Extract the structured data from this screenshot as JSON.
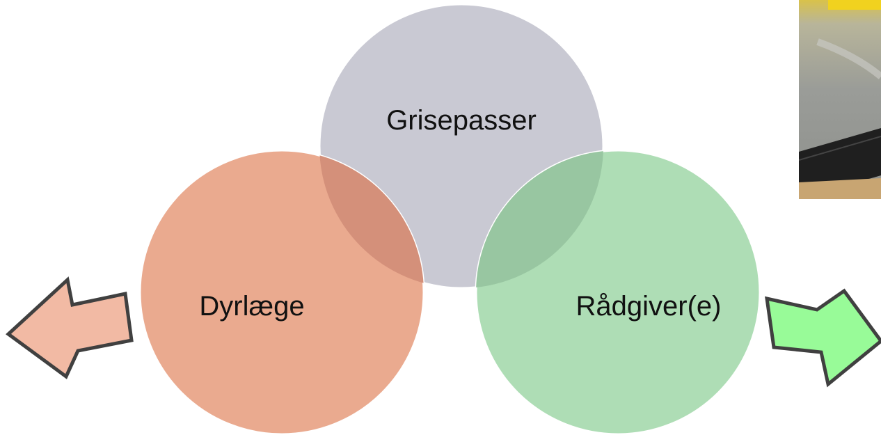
{
  "diagram": {
    "circles": [
      {
        "label": "Grisepasser",
        "color": "#C9C9D3"
      },
      {
        "label": "Dyrlæge",
        "color": "#EAAA8F"
      },
      {
        "label": "Rådgiver(e)",
        "color": "#AEDDB5"
      }
    ],
    "overlap_colors": {
      "grisepasser_dyrlaege": "#D4907A",
      "grisepasser_raadgiver": "#98C6A1"
    },
    "arrows": {
      "left": {
        "direction": "left",
        "fill": "#F2BAA4",
        "stroke": "#404040"
      },
      "right": {
        "direction": "right",
        "fill": "#98FB98",
        "stroke": "#404040"
      }
    }
  },
  "photo": {
    "icon": "cropped-photo-thumbnail"
  }
}
